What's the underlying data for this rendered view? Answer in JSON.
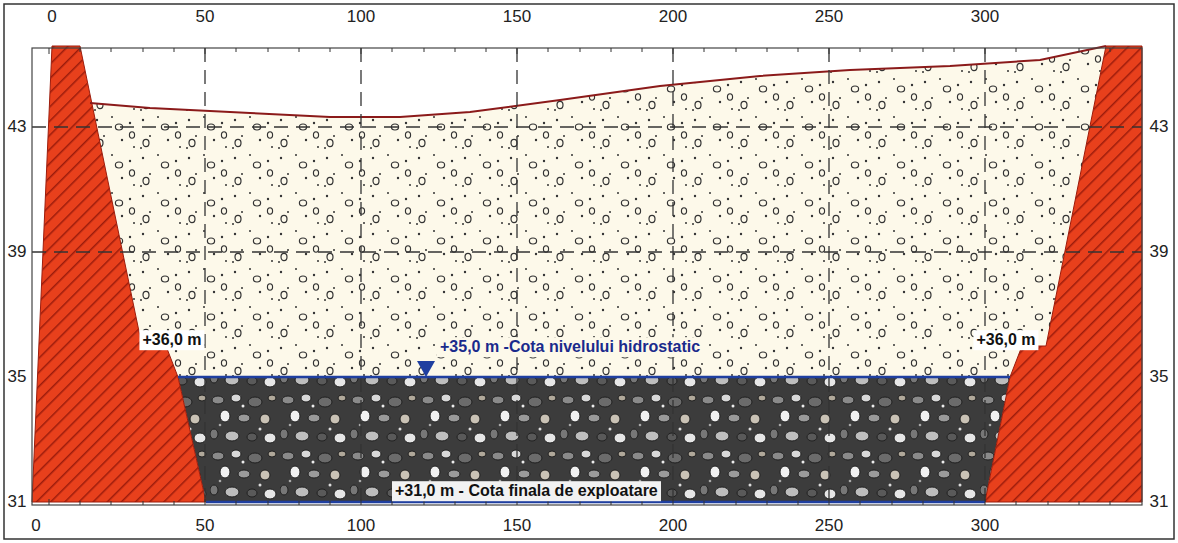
{
  "diagram": {
    "labels": [
      "0",
      "50",
      "100",
      "150",
      "200",
      "250",
      "300",
      "43",
      "39",
      "35",
      "31",
      "43",
      "39",
      "35",
      "31",
      "+36,0 m",
      "+36,0 m",
      "+35,0 m -Cota nivelului hidrostatic",
      "+31,0 m - Cota finala de exploatare",
      "0",
      "50",
      "100",
      "150",
      "200",
      "250",
      "300"
    ]
  }
}
